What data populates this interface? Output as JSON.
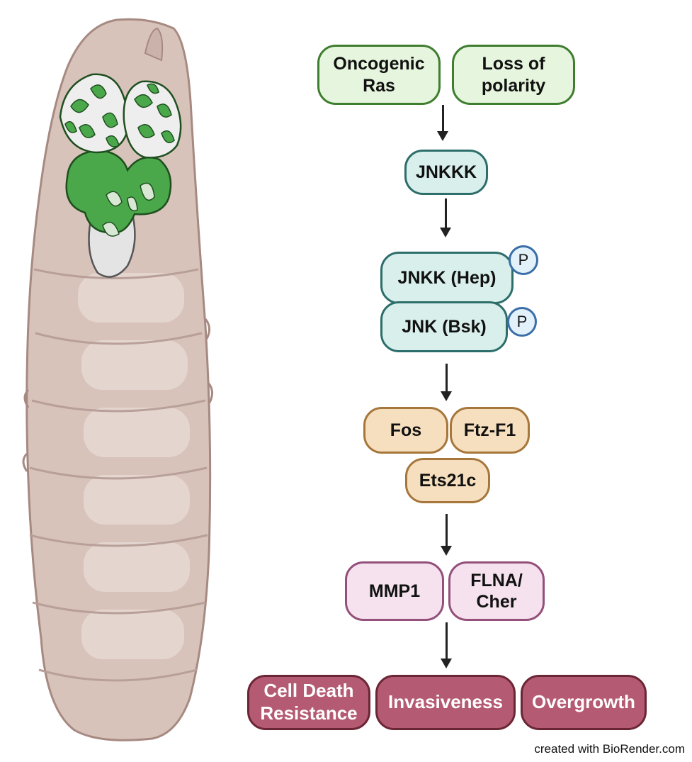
{
  "nodes": {
    "oncogenic_ras": "Oncogenic\nRas",
    "loss_of_polarity": "Loss of\npolarity",
    "jnkkk": "JNKKK",
    "jnkk": "JNKK (Hep)",
    "jnk": "JNK (Bsk)",
    "fos": "Fos",
    "ftz_f1": "Ftz-F1",
    "ets21c": "Ets21c",
    "mmp1": "MMP1",
    "flna_cher": "FLNA/\nCher",
    "cell_death_resistance": "Cell Death\nResistance",
    "invasiveness": "Invasiveness",
    "overgrowth": "Overgrowth"
  },
  "phospho_label": "P",
  "credit": "created with BioRender.com",
  "illustration": {
    "subject": "drosophila-larva-with-tumorous-eye-antennal-discs",
    "colors": {
      "body": "#d8c3bb",
      "body_outline": "#a68a82",
      "tumor_green": "#4aa84a",
      "tumor_outline": "#1f4f1f",
      "disc_white": "#eeeeee"
    }
  },
  "colors": {
    "green_fill": "#e6f5dd",
    "green_border": "#3f7d2f",
    "teal_fill": "#d8efec",
    "teal_border": "#2d6e6a",
    "tan_fill": "#f6dfbe",
    "tan_border": "#a6763b",
    "pink_fill": "#f6e2ee",
    "pink_border": "#93507a",
    "maroon_fill": "#b45a72",
    "maroon_border": "#6b2635",
    "phospho_fill": "#e3f1fb",
    "phospho_border": "#3b6ea8"
  }
}
